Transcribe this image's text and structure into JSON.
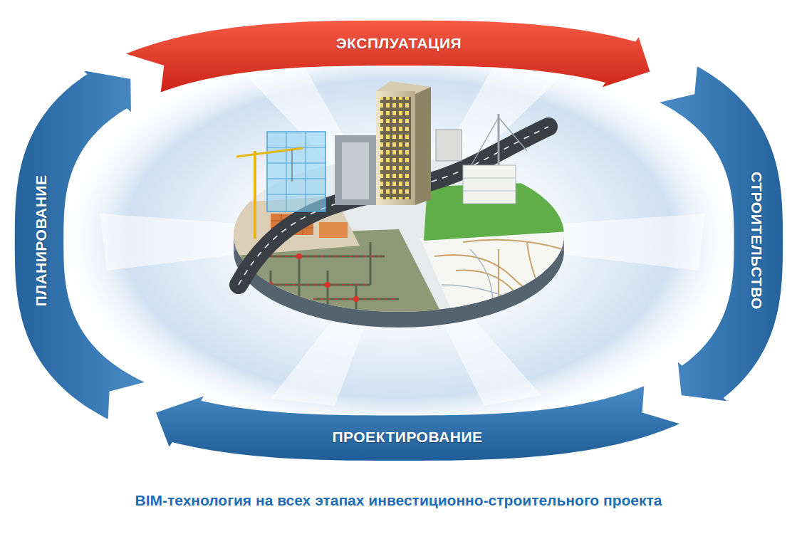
{
  "diagram": {
    "caption": "BIM-технология на всех этапах инвестиционно-строительного проекта",
    "nodes": [
      {
        "text": [
          "ЭКСПЛУАТАЦИЯ"
        ]
      },
      {
        "text": [
          "СТРОИТЕЛЬСТВО"
        ]
      },
      {
        "text": [
          "ПРОЕКТИРОВАНИЕ"
        ]
      },
      {
        "text": [
          "ПЛАНИРОВАНИЕ"
        ]
      }
    ]
  }
}
